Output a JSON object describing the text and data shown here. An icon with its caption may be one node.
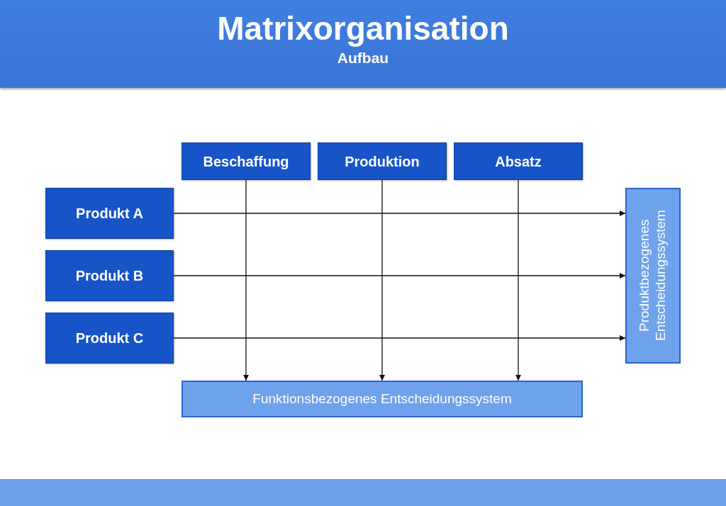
{
  "diagram": {
    "title": "Matrixorganisation",
    "nodes": [
      {
        "text": [
          "Beschaffung"
        ]
      },
      {
        "text": [
          "Produktion"
        ]
      },
      {
        "text": [
          "Absatz"
        ]
      },
      {
        "text": [
          "Produkt A"
        ]
      },
      {
        "text": [
          "Produkt B"
        ]
      },
      {
        "text": [
          "Produkt C"
        ]
      },
      {
        "text": [
          "Produktbezogenes Entscheidungssystem"
        ]
      },
      {
        "text": [
          "Funktionsbezogenes Entscheidungssystem"
        ]
      }
    ],
    "edges": [
      {
        "from": 3,
        "to": 6,
        "arrow": "to"
      },
      {
        "from": 4,
        "to": 6,
        "arrow": "to"
      },
      {
        "from": 5,
        "to": 6,
        "arrow": "to"
      },
      {
        "from": 0,
        "to": 7,
        "arrow": "to"
      },
      {
        "from": 1,
        "to": 7,
        "arrow": "to"
      },
      {
        "from": 2,
        "to": 7,
        "arrow": "to"
      }
    ],
    "labels": [
      "Aufbau"
    ]
  }
}
